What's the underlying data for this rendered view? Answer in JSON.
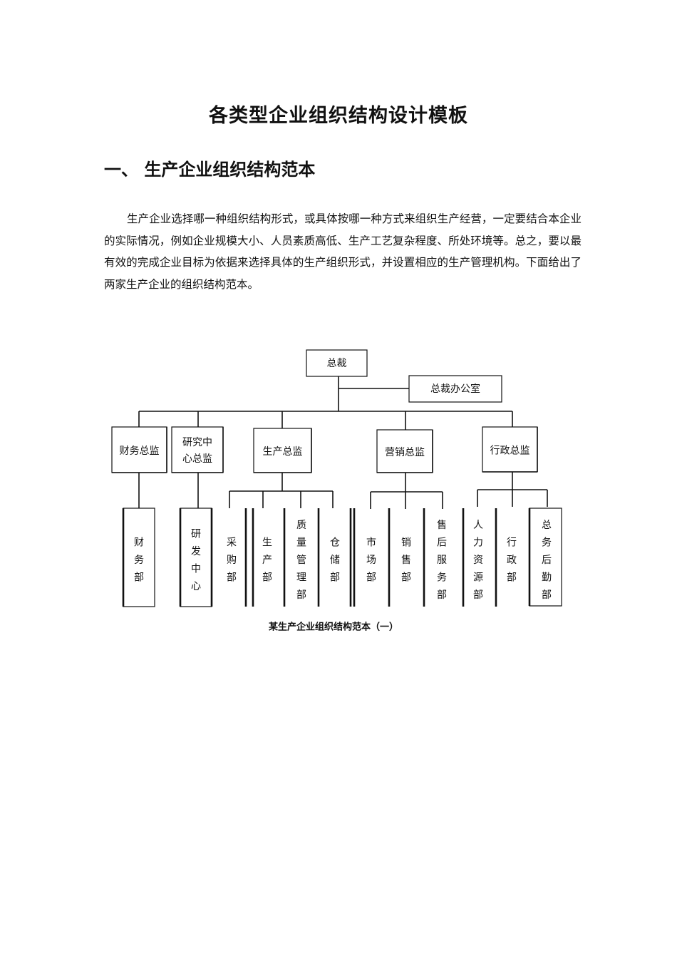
{
  "title": "各类型企业组织结构设计模板",
  "section_heading": "一、 生产企业组织结构范本",
  "paragraph": "生产企业选择哪一种组织结构形式，或具体按哪一种方式来组织生产经营，一定要结合本企业的实际情况，例如企业规模大小、人员素质高低、生产工艺复杂程度、所处环境等。总之，要以最有效的完成企业目标为依据来选择具体的生产组织形式，并设置相应的生产管理机构。下面给出了两家生产企业的组织结构范本。",
  "org_chart": {
    "ceo": "总裁",
    "ceo_office": "总裁办公室",
    "directors": [
      {
        "label": "财务总监",
        "departments": [
          "财务部"
        ]
      },
      {
        "label": "研究中心总监",
        "label_lines": [
          "研究中",
          "心总监"
        ],
        "departments": [
          "研发中心"
        ]
      },
      {
        "label": "生产总监",
        "departments": [
          "采购部",
          "生产部",
          "质量管理部",
          "仓储部"
        ]
      },
      {
        "label": "营销总监",
        "departments": [
          "市场部",
          "销售部",
          "售后服务部"
        ]
      },
      {
        "label": "行政总监",
        "departments": [
          "人力资源部",
          "行政部",
          "总务后勤部"
        ]
      }
    ],
    "caption": "某生产企业组织结构范本（一）"
  }
}
